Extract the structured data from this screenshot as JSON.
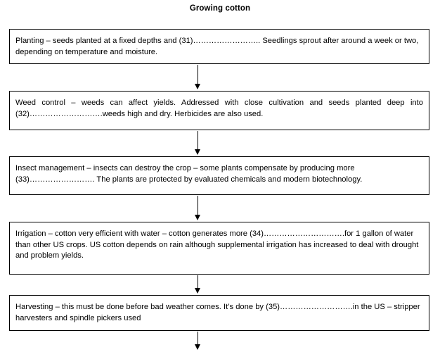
{
  "document": {
    "title": "Growing cotton"
  },
  "flowchart": {
    "orientation": "vertical-top-to-bottom",
    "box_count": 5,
    "arrow_count": 5,
    "steps": [
      {
        "id": "planting",
        "gap_number": "(31)",
        "text": "Planting – seeds planted at a fixed depths and (31)…………………….. Seedlings sprout after around a week or two, depending on temperature and moisture."
      },
      {
        "id": "weed-control",
        "gap_number": "(32)",
        "text": "Weed control – weeds can affect yields. Addressed with close cultivation and seeds planted deep into (32)……………………….weeds high and dry. Herbicides are also used."
      },
      {
        "id": "insect-management",
        "gap_number": "(33)",
        "text": "Insect management – insects can destroy the crop – some plants compensate by producing more (33)……………………. The plants are protected by evaluated chemicals and modern biotechnology."
      },
      {
        "id": "irrigation",
        "gap_number": "(34)",
        "text": "Irrigation – cotton very efficient with water – cotton generates more (34)………………………….for 1 gallon of water than other US crops. US cotton depends on rain although supplemental irrigation has increased to deal with drought and problem yields."
      },
      {
        "id": "harvesting",
        "gap_number": "(35)",
        "text": "Harvesting – this must be done before bad weather comes. It’s done by (35)……………………….in the US – stripper harvesters and spindle pickers used"
      }
    ],
    "arrows": [
      {
        "id": "arrow-planting-to-weed-control",
        "direction": "down"
      },
      {
        "id": "arrow-weed-control-to-insect-management",
        "direction": "down"
      },
      {
        "id": "arrow-insect-management-to-irrigation",
        "direction": "down"
      },
      {
        "id": "arrow-irrigation-to-harvesting",
        "direction": "down"
      },
      {
        "id": "arrow-harvesting-to-next",
        "direction": "down"
      }
    ]
  },
  "colors": {
    "background": "#ffffff",
    "text": "#000000",
    "box_border": "#000000",
    "arrow": "#000000"
  }
}
